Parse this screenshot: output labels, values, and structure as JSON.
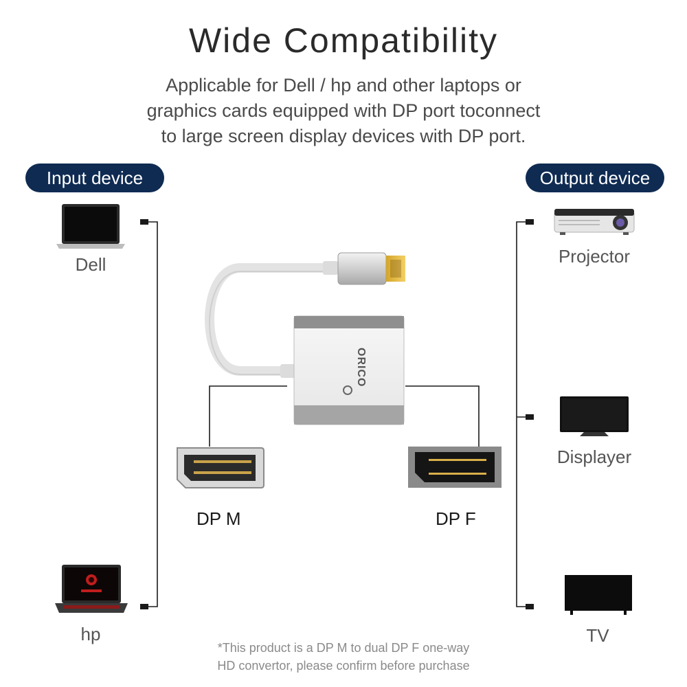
{
  "header": {
    "title": "Wide Compatibility",
    "description_lines": [
      "Applicable for  Dell / hp and other laptops or",
      "graphics cards equipped with DP port toconnect",
      "to large screen display devices with DP port."
    ]
  },
  "input": {
    "badge": "Input device",
    "devices": [
      {
        "label": "Dell",
        "icon": "laptop-icon"
      },
      {
        "label": "hp",
        "icon": "gaming-laptop-icon"
      }
    ]
  },
  "output": {
    "badge": "Output device",
    "devices": [
      {
        "label": "Projector",
        "icon": "projector-icon"
      },
      {
        "label": "Displayer",
        "icon": "monitor-icon"
      },
      {
        "label": "TV",
        "icon": "tv-icon"
      }
    ]
  },
  "product": {
    "brand": "ORICO",
    "port_in": "DP M",
    "port_out": "DP F"
  },
  "footnote": {
    "lines": [
      "*This product is a DP M to dual DP F one-way",
      "HD convertor, please confirm before purchase"
    ]
  },
  "colors": {
    "badge_bg": "#0f2b52",
    "line": "#1a1a1a",
    "adapter_gray": "#9a9a9a"
  }
}
